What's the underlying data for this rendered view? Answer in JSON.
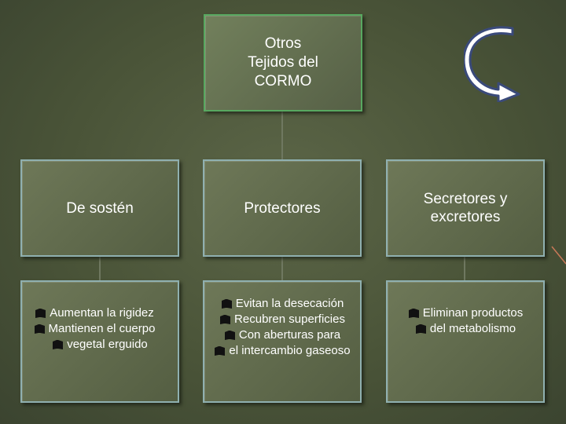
{
  "root": {
    "lines": [
      "Otros",
      "Tejidos del",
      "CORMO"
    ]
  },
  "categories": [
    {
      "label_lines": [
        "De sostén"
      ]
    },
    {
      "label_lines": [
        "Protectores"
      ]
    },
    {
      "label_lines": [
        "Secretores y",
        "excretores"
      ]
    }
  ],
  "details": [
    {
      "items": [
        "Aumentan la rigidez",
        "Mantienen el cuerpo",
        "vegetal erguido"
      ]
    },
    {
      "items": [
        "Evitan la desecación",
        "Recubren superficies",
        "Con aberturas para",
        "el intercambio gaseoso"
      ]
    },
    {
      "items": [
        "Eliminan productos",
        "del metabolismo"
      ]
    }
  ],
  "colors": {
    "background": "#4a5438",
    "box_border": "#8fb0b0",
    "root_border": "#58a860",
    "arrow": "#ffffff",
    "arrow_outline": "#3a4a7a"
  },
  "icons": {
    "bullet": "book-bullet-icon",
    "arrow": "curved-arrow-icon"
  }
}
